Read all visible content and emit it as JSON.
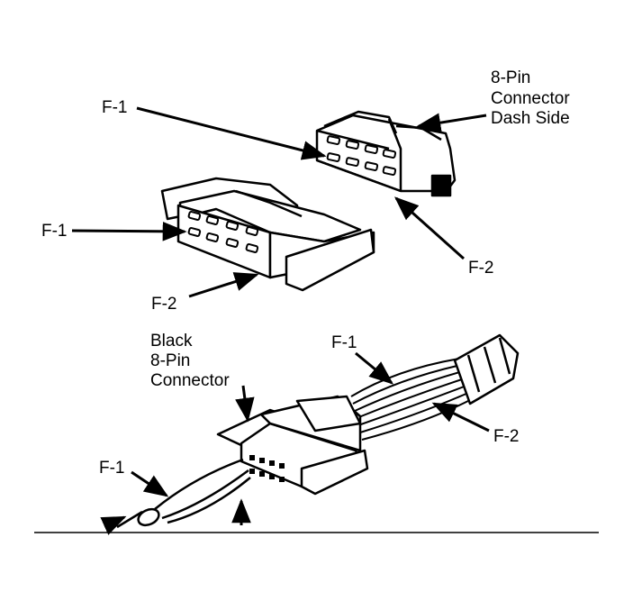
{
  "labels": {
    "dash_connector": [
      "8-Pin",
      "Connector",
      "Dash Side"
    ],
    "dash_f1": "F-1",
    "dash_f2": "F-2",
    "mating_f1": "F-1",
    "mating_f2": "F-2",
    "black_connector": [
      "Black",
      "8-Pin",
      "Connector"
    ],
    "harness_f1": "F-1",
    "harness_f2": "F-2",
    "pigtail_f1": "F-1"
  },
  "colors": {
    "ink": "#000000",
    "paper": "#ffffff"
  }
}
